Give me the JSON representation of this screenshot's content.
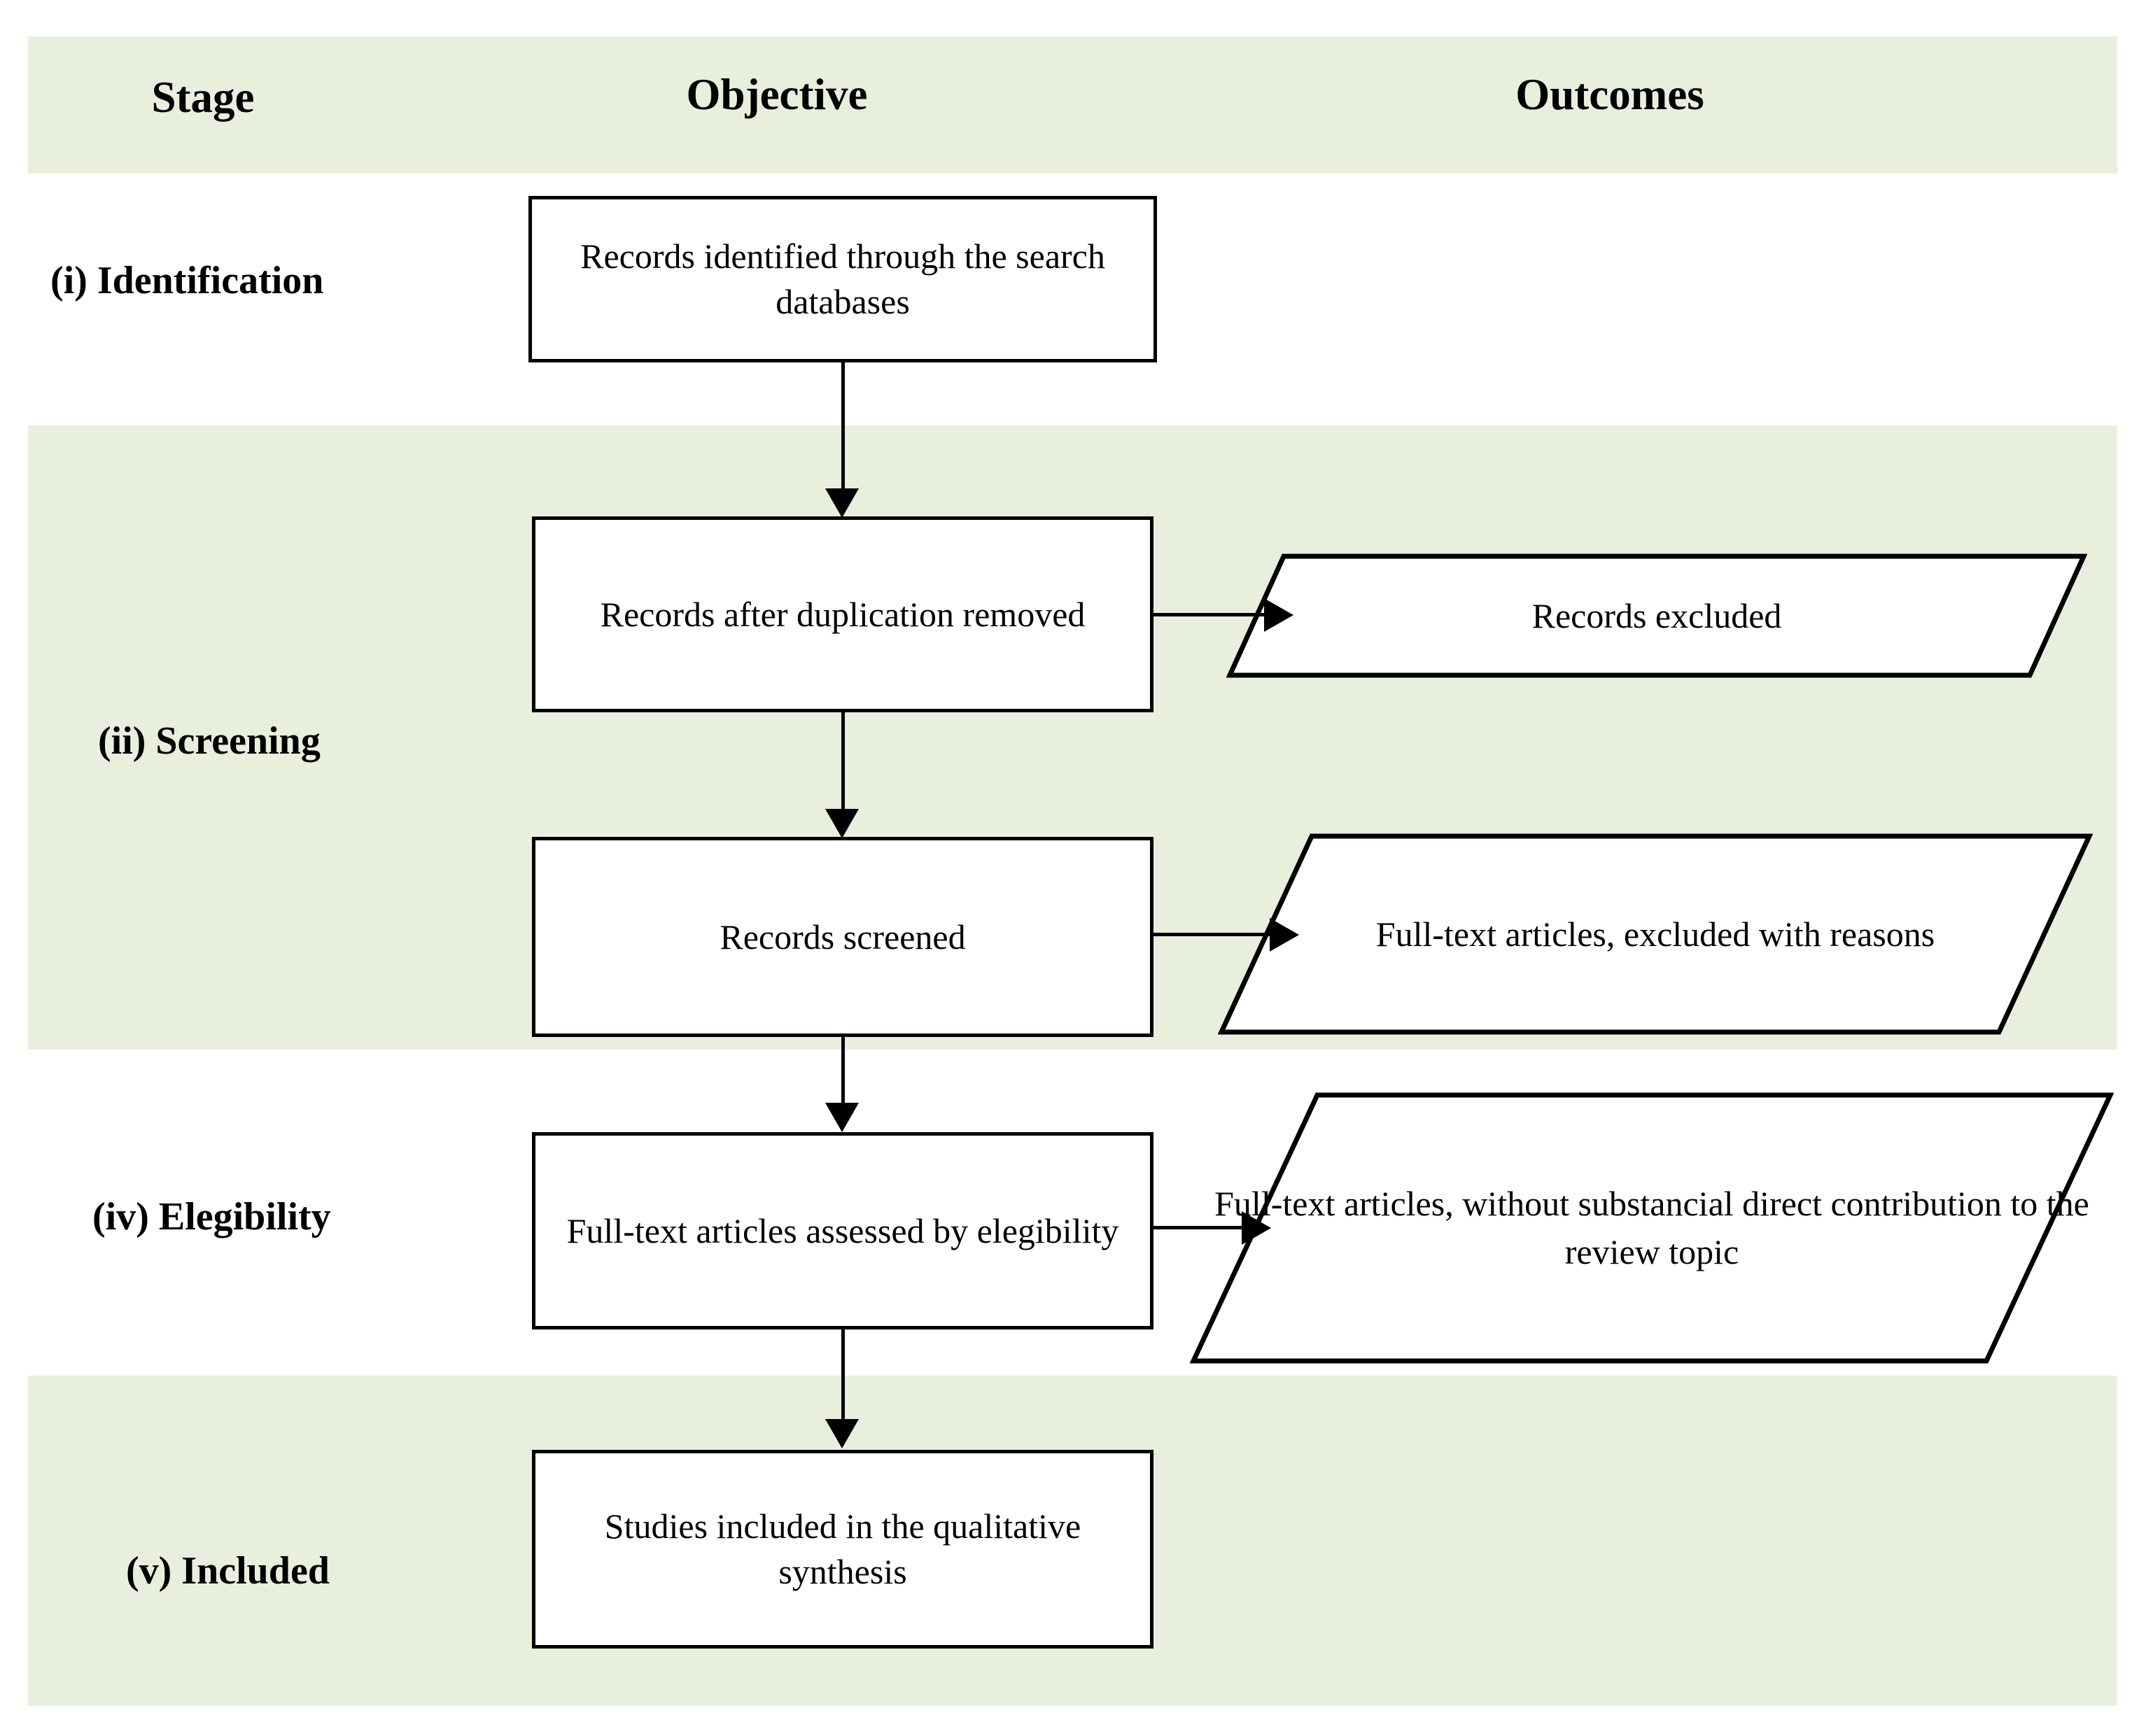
{
  "diagram": {
    "title": "PRISMA study selection flow diagram",
    "colors": {
      "band_green": "#e8efdd",
      "box_fill": "#ffffff",
      "stroke": "#000000"
    },
    "columns": [
      {
        "id": "stage",
        "label": "Stage"
      },
      {
        "id": "objective",
        "label": "Objective"
      },
      {
        "id": "outcomes",
        "label": "Outcomes"
      }
    ],
    "stages": [
      {
        "id": "identification",
        "label": "(i) Identification"
      },
      {
        "id": "screening",
        "label": "(ii) Screening"
      },
      {
        "id": "eligibility",
        "label": "(iv) Elegibility"
      },
      {
        "id": "included",
        "label": "(v) Included"
      }
    ],
    "objective_boxes": [
      {
        "id": "records-identified",
        "text": "Records identified through the search databases"
      },
      {
        "id": "records-dedup",
        "text": "Records after duplication removed"
      },
      {
        "id": "records-screened",
        "text": "Records screened"
      },
      {
        "id": "articles-assessed",
        "text": "Full-text articles assessed by elegibility"
      },
      {
        "id": "studies-included",
        "text": "Studies included in the qualitative synthesis"
      }
    ],
    "outcome_shapes": [
      {
        "id": "records-excluded",
        "text": "Records excluded"
      },
      {
        "id": "fulltext-excluded",
        "text": "Full-text articles, excluded with reasons"
      },
      {
        "id": "no-contribution",
        "text": "Full-text articles, without substancial direct contribution to the review topic"
      }
    ]
  }
}
